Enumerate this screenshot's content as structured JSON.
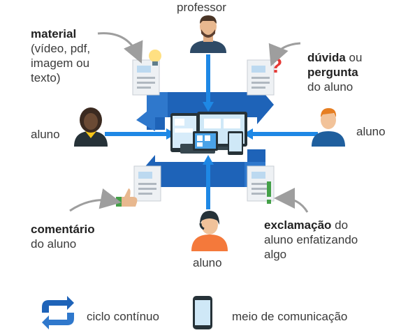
{
  "nodes": {
    "top": {
      "label": "professor"
    },
    "left": {
      "label": "aluno"
    },
    "right": {
      "label": "aluno"
    },
    "bottom": {
      "label": "aluno"
    }
  },
  "callouts": {
    "material": {
      "bold": "material",
      "rest": [
        "(vídeo, pdf,",
        "imagem ou",
        "texto)"
      ]
    },
    "duvida": {
      "bold1": "dúvida",
      "plain1": " ou",
      "bold2": "pergunta",
      "rest": "do aluno"
    },
    "comentario": {
      "bold": "comentário",
      "rest": "do aluno"
    },
    "exclamacao": {
      "bold": "exclamação",
      "plain": " do",
      "rest": [
        "aluno enfatizando",
        "algo"
      ]
    }
  },
  "legend": {
    "cycle": "ciclo contínuo",
    "device": "meio de comunicação"
  },
  "colors": {
    "cycle_dark": "#1565c0",
    "cycle_light": "#4a90d9",
    "line": "#1e88e5",
    "arrow_gray": "#9e9e9e"
  }
}
